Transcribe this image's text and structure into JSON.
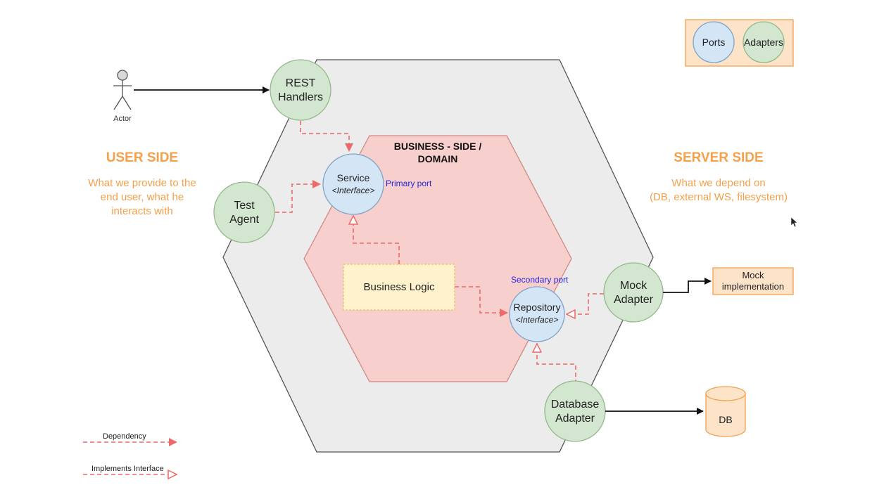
{
  "legend_box": {
    "ports_label": "Ports",
    "adapters_label": "Adapters"
  },
  "actor": {
    "label": "Actor"
  },
  "user_side": {
    "title": "USER SIDE",
    "description_lines": [
      "What we provide to the",
      "end user, what he",
      "interacts with"
    ]
  },
  "server_side": {
    "title": "SERVER SIDE",
    "description_lines": [
      "What we depend on",
      "(DB, external WS, filesystem)"
    ]
  },
  "domain": {
    "title_lines": [
      "BUSINESS - SIDE /",
      "DOMAIN"
    ]
  },
  "adapters": {
    "rest_handlers": [
      "REST",
      "Handlers"
    ],
    "test_agent": [
      "Test",
      "Agent"
    ],
    "mock_adapter": [
      "Mock",
      "Adapter"
    ],
    "database_adapter": [
      "Database",
      "Adapter"
    ]
  },
  "ports": {
    "service": {
      "name": "Service",
      "kind": "<Interface>",
      "tag": "Primary port"
    },
    "repository": {
      "name": "Repository",
      "kind": "<Interface>",
      "tag": "Secondary port"
    }
  },
  "business_logic": {
    "label": "Business Logic"
  },
  "mock_implementation": {
    "lines": [
      "Mock",
      "implementation"
    ]
  },
  "database": {
    "label": "DB"
  },
  "edge_legend": {
    "dependency": "Dependency",
    "implements_interface": "Implements Interface"
  },
  "colors": {
    "orange_text": "#f5a04a",
    "port_fill": "#d4e5f6",
    "port_stroke": "#7fa3c8",
    "adapter_fill": "#d3e6cf",
    "adapter_stroke": "#93b98b",
    "domain_fill": "#f7cfcc",
    "domain_stroke": "#d08a85",
    "outer_fill": "#ececec",
    "outer_stroke": "#555555",
    "dependency_red": "#ec6a6a",
    "box_fill": "#fde3c8",
    "box_stroke": "#f0a050",
    "primary_blue": "#2424e0"
  }
}
